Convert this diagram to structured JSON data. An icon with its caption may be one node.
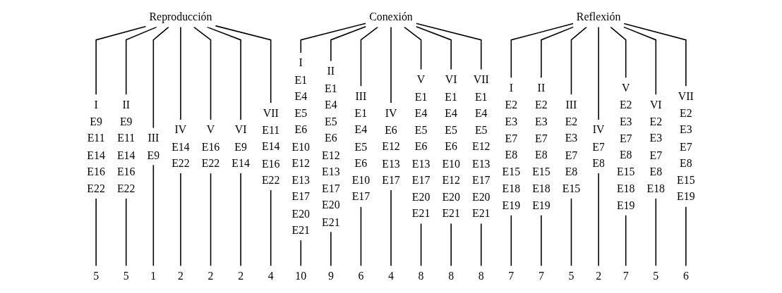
{
  "diagram": {
    "nodes": [
      {
        "text": [
          "Reproducción"
        ]
      },
      {
        "text": [
          "I",
          "E9 E11 E14 E16 E22"
        ]
      },
      {
        "text": [
          "II",
          "E9 E11 E14 E16 E22"
        ]
      },
      {
        "text": [
          "III",
          "E9"
        ]
      },
      {
        "text": [
          "IV",
          "E14 E22"
        ]
      },
      {
        "text": [
          "V",
          "E16 E22"
        ]
      },
      {
        "text": [
          "VI",
          "E9 E14"
        ]
      },
      {
        "text": [
          "VII",
          "E11 E14 E16 E22"
        ]
      },
      {
        "text": [
          "5"
        ]
      },
      {
        "text": [
          "5"
        ]
      },
      {
        "text": [
          "1"
        ]
      },
      {
        "text": [
          "2"
        ]
      },
      {
        "text": [
          "2"
        ]
      },
      {
        "text": [
          "2"
        ]
      },
      {
        "text": [
          "4"
        ]
      },
      {
        "text": [
          "Conexión"
        ]
      },
      {
        "text": [
          "I",
          "E1 E4 E5 E6 E10 E12 E13 E17 E20 E21"
        ]
      },
      {
        "text": [
          "II",
          "E1 E4 E5 E6 E12 E13 E17 E20 E21"
        ]
      },
      {
        "text": [
          "III",
          "E1 E4 E5 E6 E10 E17"
        ]
      },
      {
        "text": [
          "IV",
          "E6 E12 E13 E17"
        ]
      },
      {
        "text": [
          "V",
          "E1 E4 E5 E6 E13 E17 E20 E21"
        ]
      },
      {
        "text": [
          "VI",
          "E1 E4 E5 E6 E10 E12 E20 E21"
        ]
      },
      {
        "text": [
          "VII",
          "E1 E4 E5 E12 E13 E17 E20 E21"
        ]
      },
      {
        "text": [
          "10"
        ]
      },
      {
        "text": [
          "9"
        ]
      },
      {
        "text": [
          "6"
        ]
      },
      {
        "text": [
          "4"
        ]
      },
      {
        "text": [
          "8"
        ]
      },
      {
        "text": [
          "8"
        ]
      },
      {
        "text": [
          "8"
        ]
      },
      {
        "text": [
          "Reflexión"
        ]
      },
      {
        "text": [
          "I",
          "E2 E3 E7 E8 E15 E18 E19"
        ]
      },
      {
        "text": [
          "II",
          "E2 E3 E7 E8 E15 E18 E19"
        ]
      },
      {
        "text": [
          "III",
          "E2 E3 E7 E8 E15"
        ]
      },
      {
        "text": [
          "IV",
          "E7 E8"
        ]
      },
      {
        "text": [
          "V",
          "E2 E3 E7 E8 E15 E18 E19"
        ]
      },
      {
        "text": [
          "VI",
          "E2 E3 E7 E8 E18"
        ]
      },
      {
        "text": [
          "VII",
          "E2 E3 E7 E8 E15 E19"
        ]
      },
      {
        "text": [
          "7"
        ]
      },
      {
        "text": [
          "7"
        ]
      },
      {
        "text": [
          "5"
        ]
      },
      {
        "text": [
          "2"
        ]
      },
      {
        "text": [
          "7"
        ]
      },
      {
        "text": [
          "5"
        ]
      },
      {
        "text": [
          "6"
        ]
      }
    ],
    "edges": [
      {
        "from": 0,
        "to": 1,
        "arrow": "none"
      },
      {
        "from": 0,
        "to": 2,
        "arrow": "none"
      },
      {
        "from": 0,
        "to": 3,
        "arrow": "none"
      },
      {
        "from": 0,
        "to": 4,
        "arrow": "none"
      },
      {
        "from": 0,
        "to": 5,
        "arrow": "none"
      },
      {
        "from": 0,
        "to": 6,
        "arrow": "none"
      },
      {
        "from": 0,
        "to": 7,
        "arrow": "none"
      },
      {
        "from": 1,
        "to": 8,
        "arrow": "none"
      },
      {
        "from": 2,
        "to": 9,
        "arrow": "none"
      },
      {
        "from": 3,
        "to": 10,
        "arrow": "none"
      },
      {
        "from": 4,
        "to": 11,
        "arrow": "none"
      },
      {
        "from": 5,
        "to": 12,
        "arrow": "none"
      },
      {
        "from": 6,
        "to": 13,
        "arrow": "none"
      },
      {
        "from": 7,
        "to": 14,
        "arrow": "none"
      },
      {
        "from": 15,
        "to": 16,
        "arrow": "none"
      },
      {
        "from": 15,
        "to": 17,
        "arrow": "none"
      },
      {
        "from": 15,
        "to": 18,
        "arrow": "none"
      },
      {
        "from": 15,
        "to": 19,
        "arrow": "none"
      },
      {
        "from": 15,
        "to": 20,
        "arrow": "none"
      },
      {
        "from": 15,
        "to": 21,
        "arrow": "none"
      },
      {
        "from": 15,
        "to": 22,
        "arrow": "none"
      },
      {
        "from": 16,
        "to": 23,
        "arrow": "none"
      },
      {
        "from": 17,
        "to": 24,
        "arrow": "none"
      },
      {
        "from": 18,
        "to": 25,
        "arrow": "none"
      },
      {
        "from": 19,
        "to": 26,
        "arrow": "none"
      },
      {
        "from": 20,
        "to": 27,
        "arrow": "none"
      },
      {
        "from": 21,
        "to": 28,
        "arrow": "none"
      },
      {
        "from": 22,
        "to": 29,
        "arrow": "none"
      },
      {
        "from": 30,
        "to": 31,
        "arrow": "none"
      },
      {
        "from": 30,
        "to": 32,
        "arrow": "none"
      },
      {
        "from": 30,
        "to": 33,
        "arrow": "none"
      },
      {
        "from": 30,
        "to": 34,
        "arrow": "none"
      },
      {
        "from": 30,
        "to": 35,
        "arrow": "none"
      },
      {
        "from": 30,
        "to": 36,
        "arrow": "none"
      },
      {
        "from": 30,
        "to": 37,
        "arrow": "none"
      },
      {
        "from": 31,
        "to": 38,
        "arrow": "none"
      },
      {
        "from": 32,
        "to": 39,
        "arrow": "none"
      },
      {
        "from": 33,
        "to": 40,
        "arrow": "none"
      },
      {
        "from": 34,
        "to": 41,
        "arrow": "none"
      },
      {
        "from": 35,
        "to": 42,
        "arrow": "none"
      },
      {
        "from": 36,
        "to": 43,
        "arrow": "none"
      },
      {
        "from": 37,
        "to": 44,
        "arrow": "none"
      }
    ]
  }
}
